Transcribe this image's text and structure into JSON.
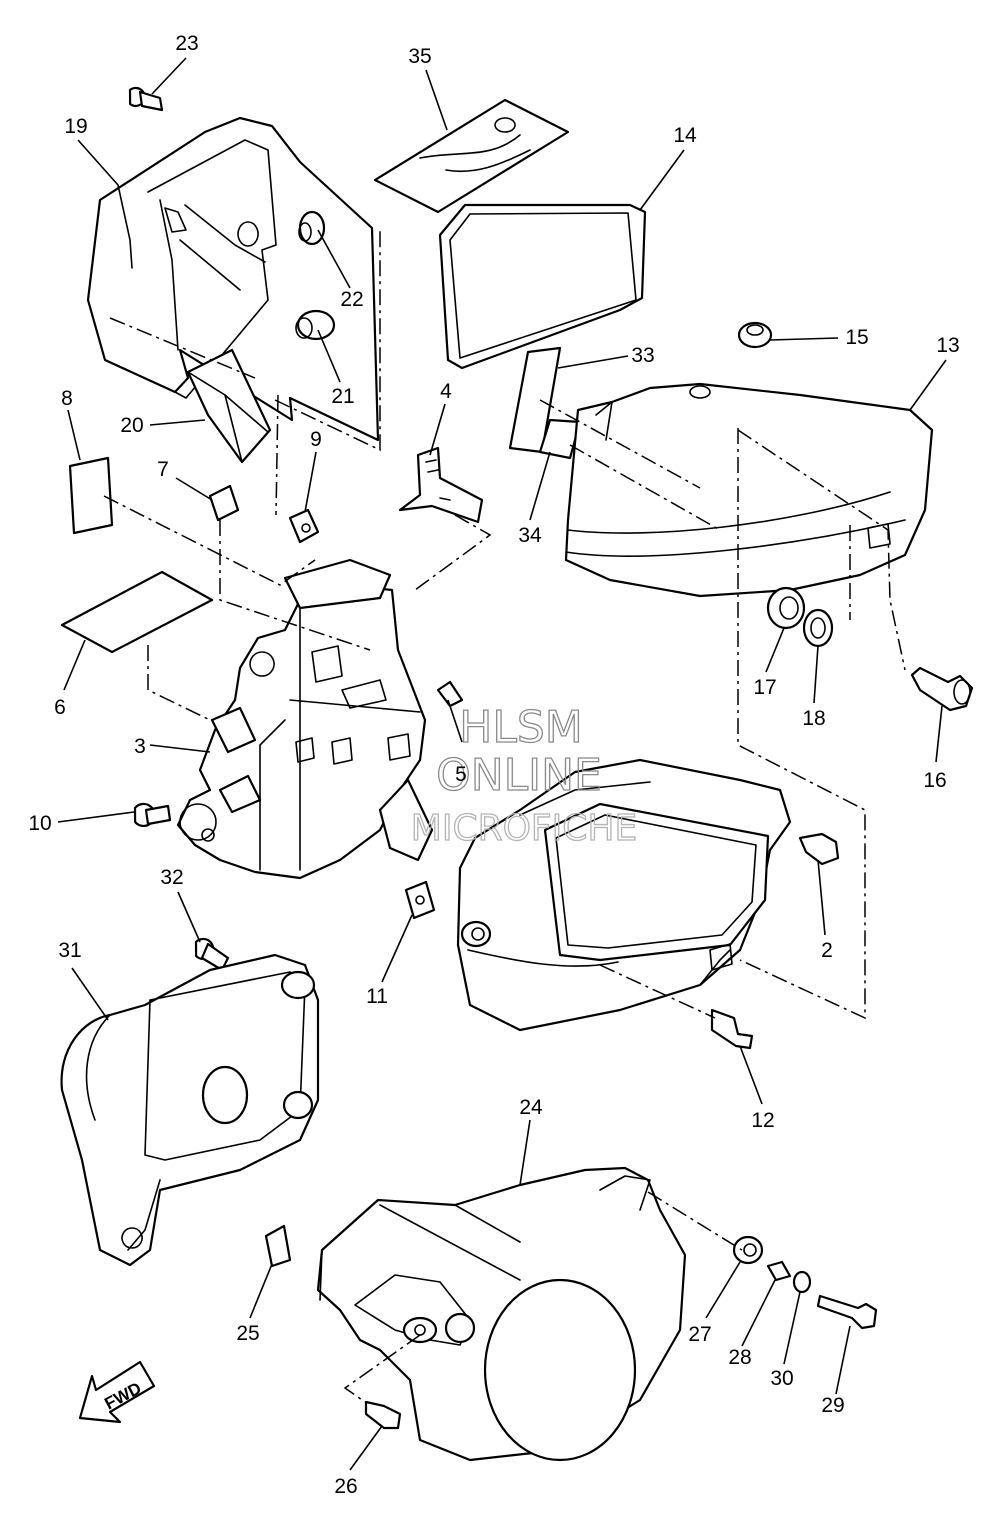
{
  "watermark": {
    "line1": "HLSM",
    "line2": "ONLINE",
    "line3": "MICROFICHE"
  },
  "direction_label": "FWD",
  "callouts": [
    "23",
    "19",
    "35",
    "14",
    "22",
    "21",
    "20",
    "8",
    "7",
    "9",
    "4",
    "33",
    "15",
    "13",
    "34",
    "6",
    "3",
    "10",
    "5",
    "17",
    "18",
    "16",
    "2",
    "32",
    "31",
    "11",
    "12",
    "24",
    "25",
    "27",
    "28",
    "30",
    "29",
    "26"
  ]
}
